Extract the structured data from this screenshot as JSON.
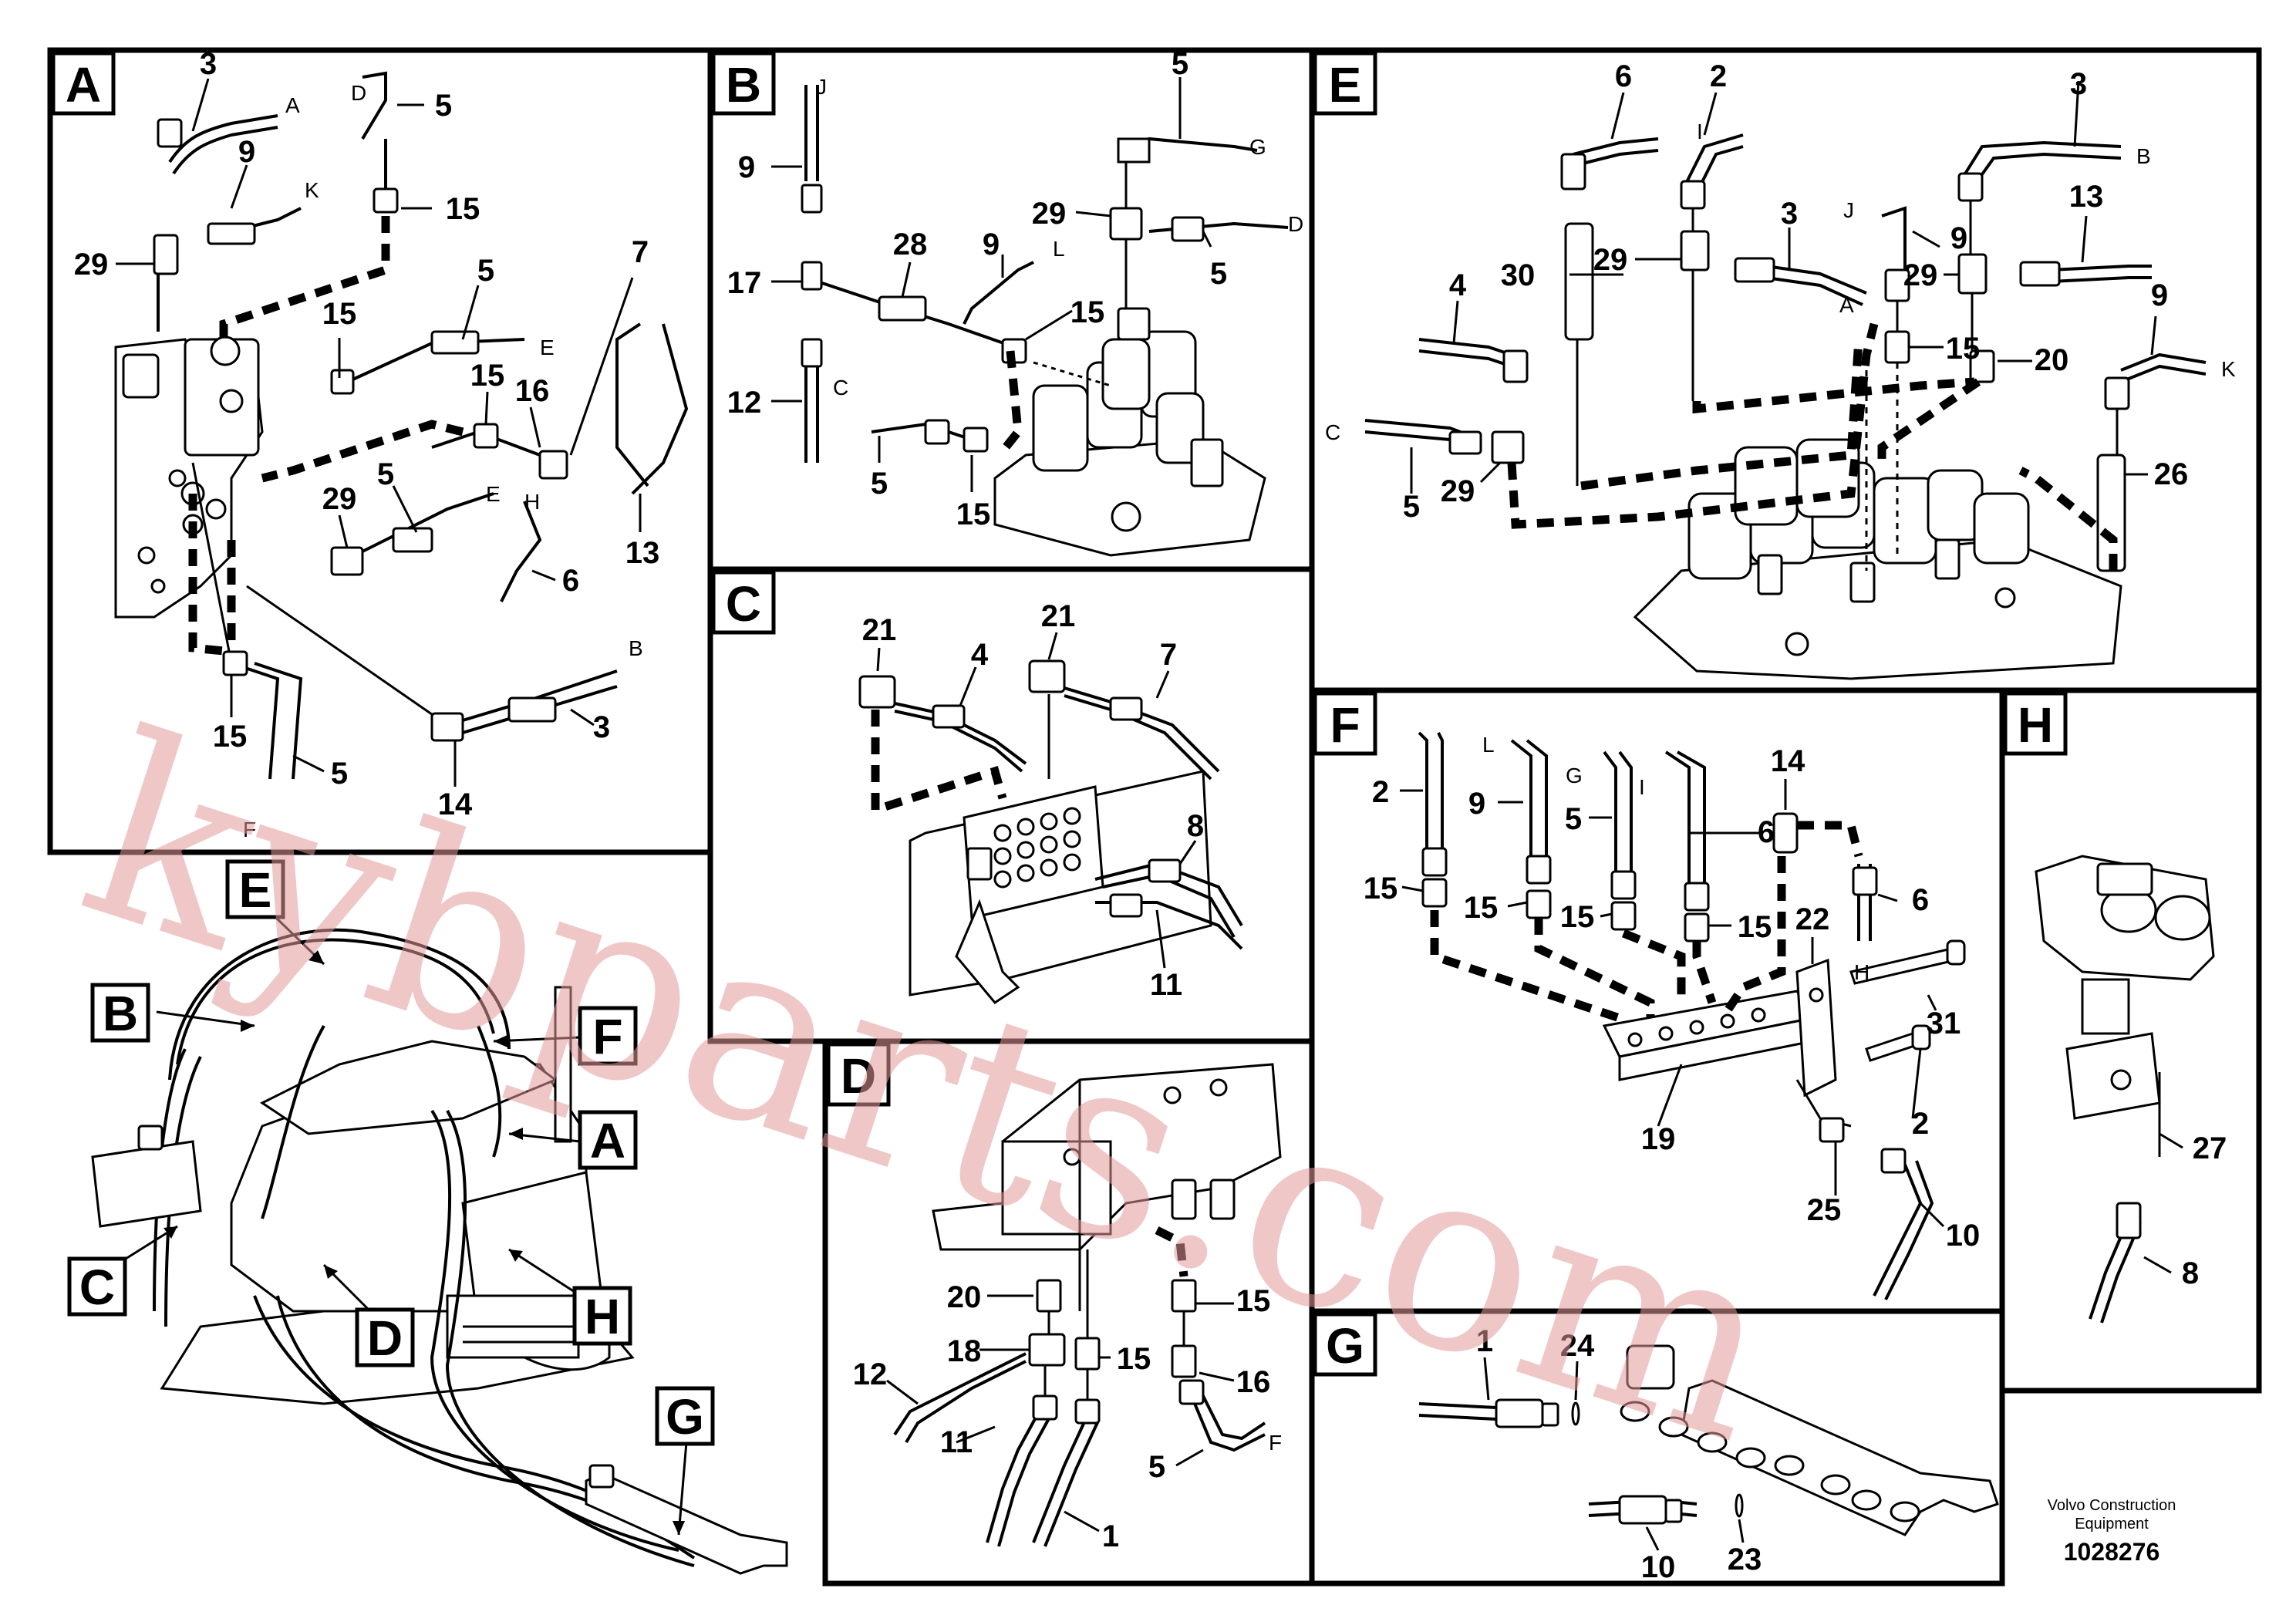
{
  "panels": {
    "A": {
      "tag": "A",
      "callouts": [
        "3",
        "9",
        "29",
        "5",
        "15",
        "15",
        "5",
        "7",
        "15",
        "16",
        "29",
        "5",
        "6",
        "13",
        "15",
        "5",
        "14",
        "3"
      ],
      "letters": [
        "A",
        "K",
        "D",
        "E",
        "E",
        "H",
        "B",
        "F"
      ]
    },
    "B": {
      "tag": "B",
      "callouts": [
        "9",
        "17",
        "12",
        "28",
        "9",
        "15",
        "5",
        "29",
        "5",
        "5",
        "15"
      ],
      "letters": [
        "J",
        "C",
        "G",
        "L",
        "D"
      ]
    },
    "C": {
      "tag": "C",
      "callouts": [
        "21",
        "4",
        "21",
        "7",
        "8",
        "11"
      ]
    },
    "D": {
      "tag": "D",
      "callouts": [
        "20",
        "18",
        "12",
        "11",
        "15",
        "15",
        "16",
        "5",
        "1"
      ],
      "letters": [
        "F"
      ]
    },
    "E": {
      "tag": "E",
      "callouts": [
        "6",
        "2",
        "3",
        "30",
        "29",
        "3",
        "4",
        "9",
        "15",
        "13",
        "29",
        "20",
        "9",
        "26",
        "5",
        "29"
      ],
      "letters": [
        "I",
        "B",
        "J",
        "A",
        "C",
        "K"
      ]
    },
    "F": {
      "tag": "F",
      "callouts": [
        "2",
        "9",
        "5",
        "6",
        "14",
        "15",
        "15",
        "15",
        "15",
        "6",
        "22",
        "31",
        "19",
        "25",
        "10",
        "2"
      ],
      "letters": [
        "L",
        "G",
        "I",
        "H"
      ]
    },
    "G": {
      "tag": "G",
      "callouts": [
        "1",
        "24",
        "10",
        "23"
      ]
    },
    "H": {
      "tag": "H",
      "callouts": [
        "27",
        "8"
      ]
    }
  },
  "overview_tags": [
    "E",
    "B",
    "F",
    "A",
    "C",
    "D",
    "H",
    "G"
  ],
  "watermark": "kybparts.com",
  "footer": {
    "line1": "Volvo Construction",
    "line2": "Equipment",
    "number": "1028276"
  },
  "colors": {
    "line": "#000000",
    "watermark": "#e29a9a",
    "background": "#ffffff"
  }
}
